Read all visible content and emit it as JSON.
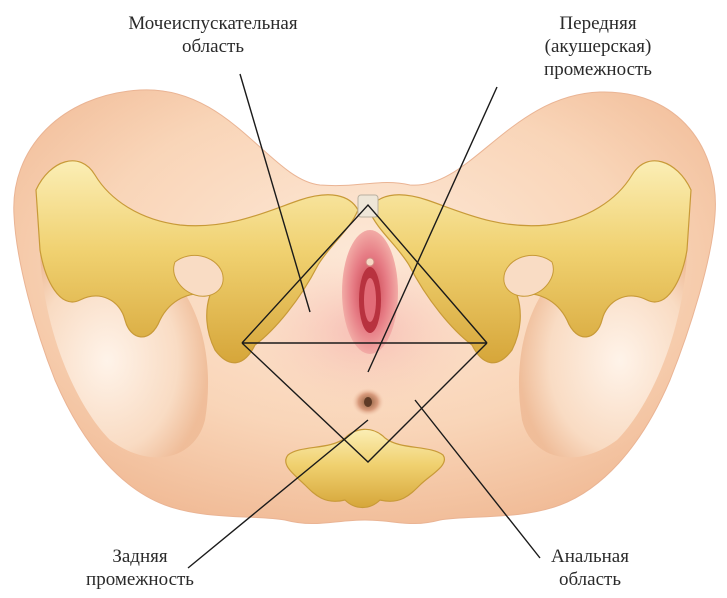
{
  "diagram": {
    "labels": {
      "urethral_region": {
        "line1": "Мочеиспускательная",
        "line2": "область"
      },
      "anterior_perineum": {
        "line1": "Передняя",
        "line2": "(акушерская)",
        "line3": "промежность"
      },
      "posterior_perineum": {
        "line1": "Задняя",
        "line2": "промежность"
      },
      "anal_region": {
        "line1": "Анальная",
        "line2": "область"
      }
    },
    "colors": {
      "skin_light": "#fbe3cf",
      "skin_mid": "#f4c6a4",
      "skin_shadow": "#e8a987",
      "bone_light": "#f7e39a",
      "bone_mid": "#e9c75a",
      "bone_dark": "#c99a2c",
      "mucosa": "#f08f95",
      "mucosa_dark": "#c8454f",
      "line": "#1a1a1a"
    }
  }
}
